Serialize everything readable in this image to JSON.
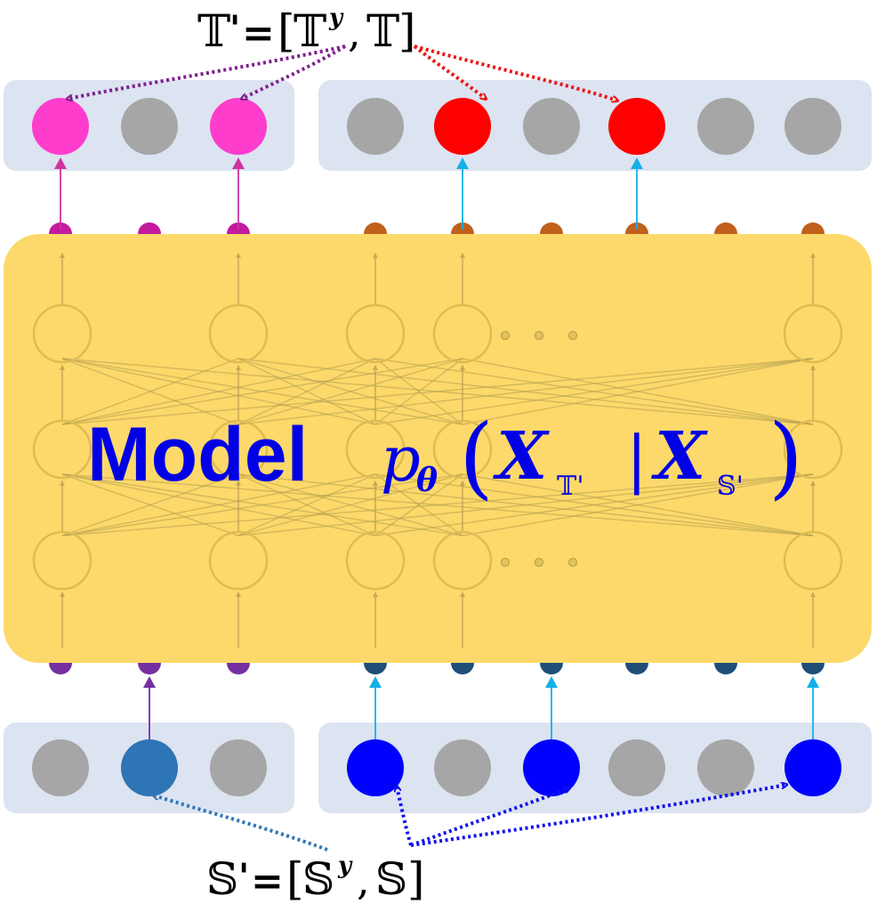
{
  "top_label": {
    "symbol": "𝕋",
    "prime": "'",
    "eq": "=",
    "lbracket": "[",
    "sup": "y",
    "comma": ",",
    "rbracket": "]"
  },
  "bottom_label": {
    "symbol": "𝕊",
    "prime": "'",
    "eq": "=",
    "lbracket": "[",
    "sup": "y",
    "comma": ",",
    "rbracket": "]"
  },
  "model": {
    "word": "Model",
    "p": "p",
    "theta": "θ",
    "lparen": "(",
    "X": "X",
    "sub_T": "𝕋'",
    "bar": "|",
    "sub_S": "𝕊'",
    "rparen": ")"
  },
  "colors": {
    "panel": "#dce3f1",
    "model_box": "#fcd96a",
    "node_gray": "#a6a6a6",
    "target_y": "#ff3dcc",
    "target_x": "#ff0000",
    "source_y": "#2e75b6",
    "source_x": "#0000ff",
    "purple_arrow": "#7f1e8e",
    "red_arrow": "#ee1111",
    "cyan_arrow": "#14b0e8",
    "text_blue": "#0000e6"
  },
  "top_y_nodes": [
    true,
    false,
    true
  ],
  "top_x_nodes": [
    false,
    true,
    false,
    true,
    false,
    false
  ],
  "bottom_y_nodes": [
    false,
    true,
    false
  ],
  "bottom_x_nodes": [
    true,
    false,
    true,
    false,
    false,
    true
  ],
  "icons": {
    "ellipsis_top": "ellipsis-icon",
    "ellipsis_bottom": "ellipsis-icon"
  }
}
